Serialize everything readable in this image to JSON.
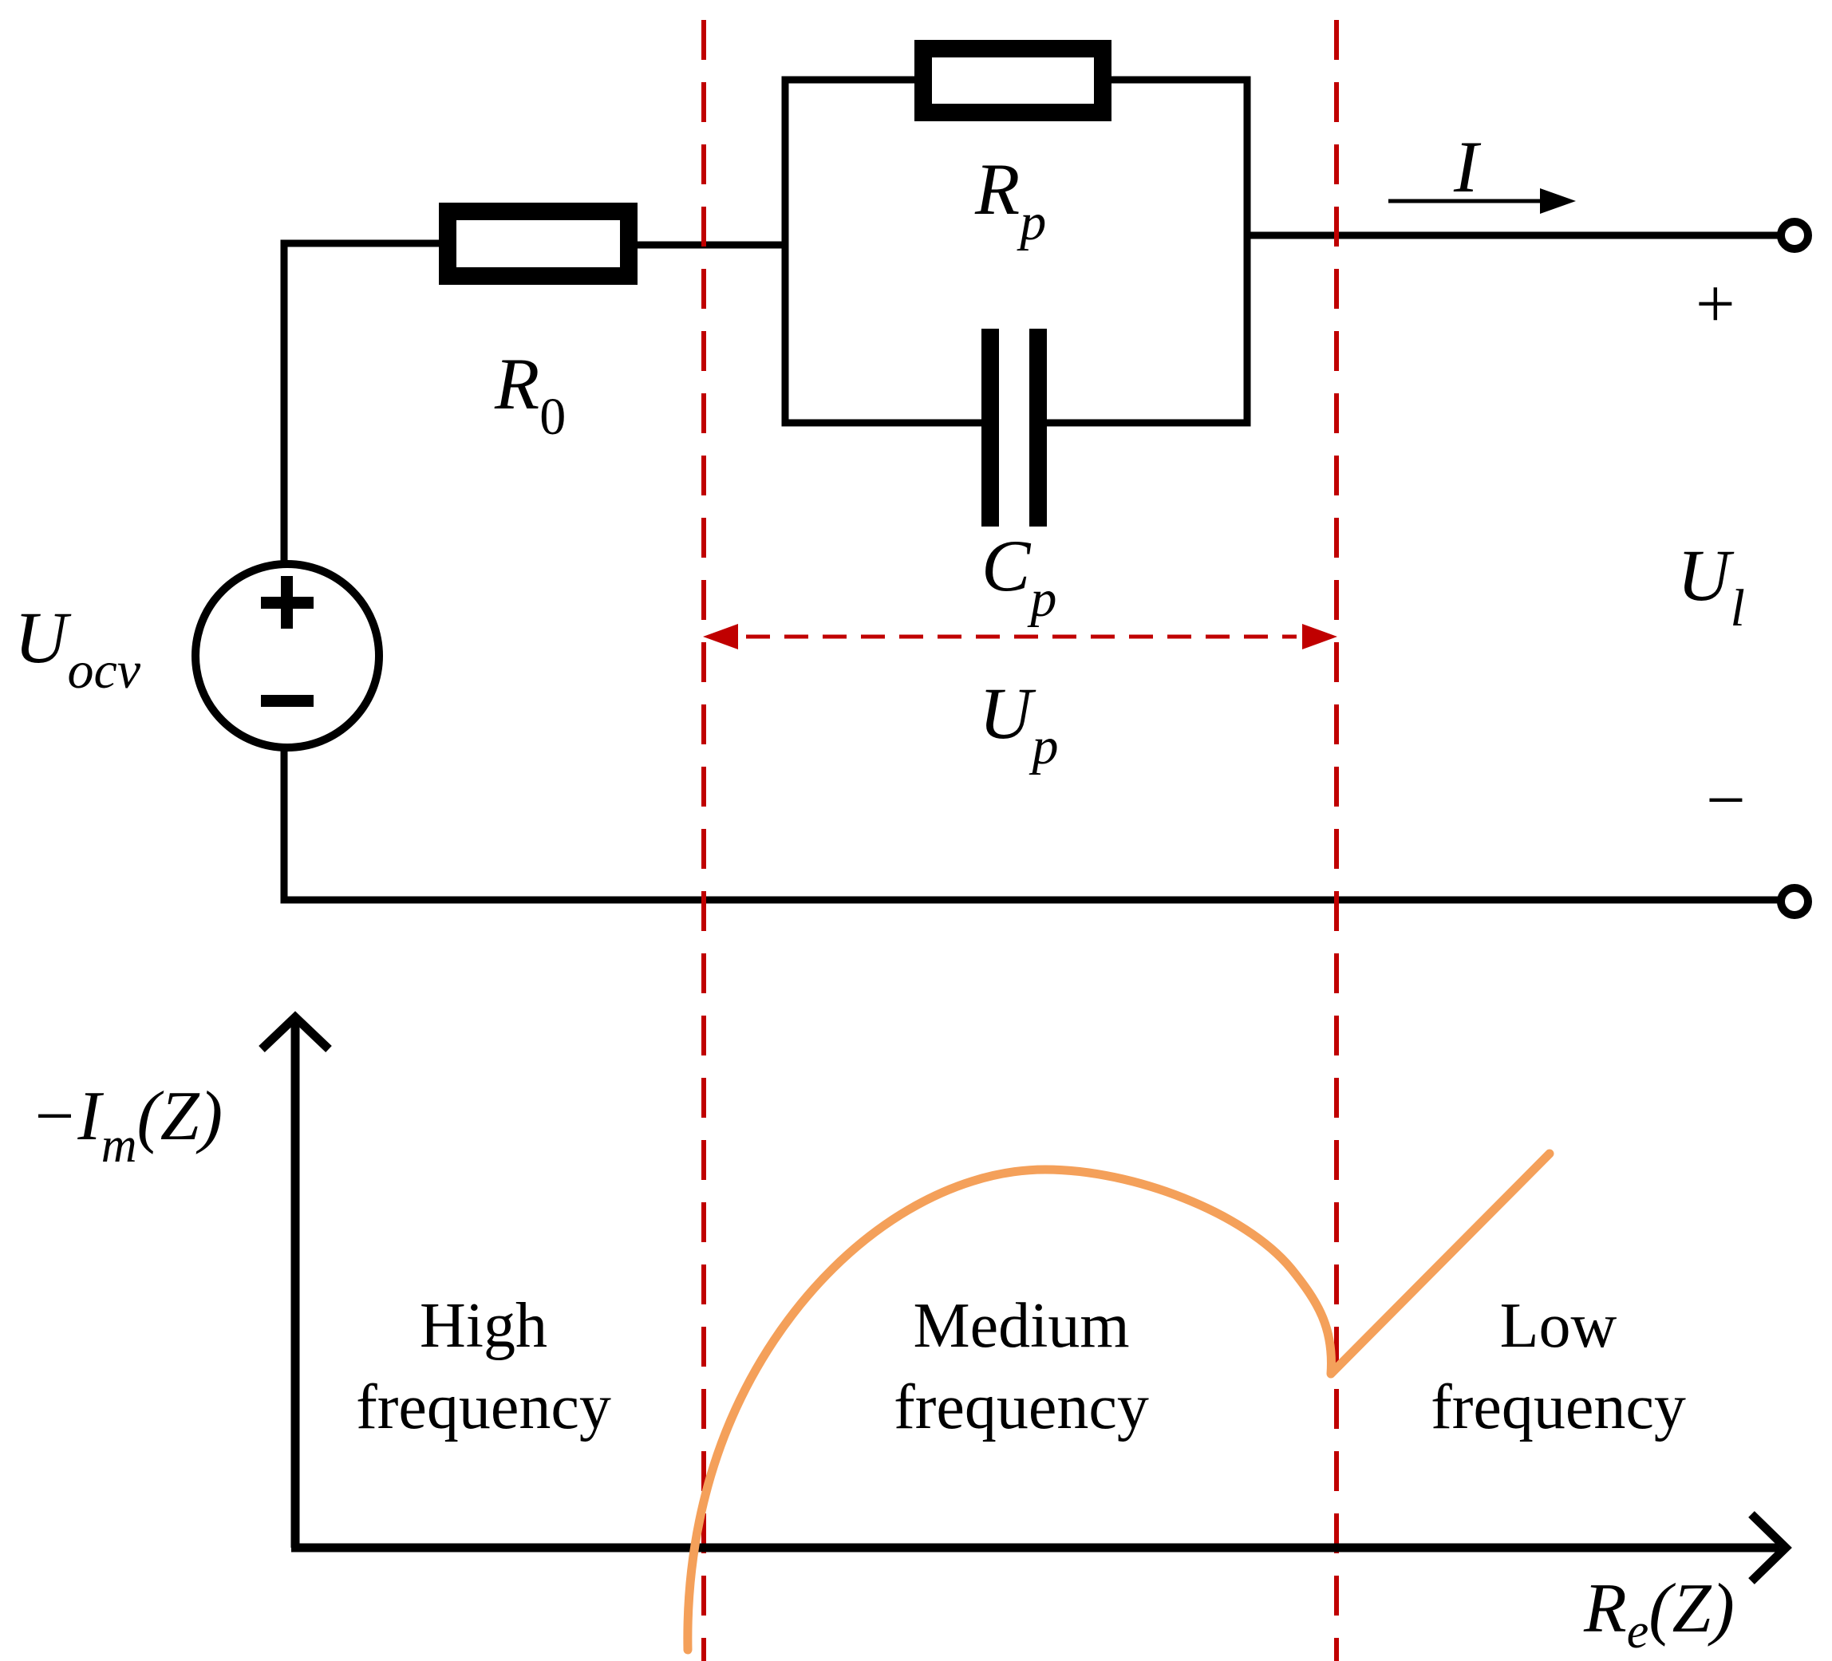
{
  "labels": {
    "r0_main": "R",
    "r0_sub": "0",
    "rp_main": "R",
    "rp_sub": "p",
    "cp_main": "C",
    "cp_sub": "p",
    "up_main": "U",
    "up_sub": "p",
    "ul_main": "U",
    "ul_sub": "l",
    "uocv_main": "U",
    "uocv_sub": "ocv",
    "current": "I",
    "plus": "+",
    "minus": "−",
    "src_plus": "+",
    "src_minus": "−"
  },
  "axes": {
    "y_prefix": "−I",
    "y_sub": "m",
    "y_suffix": "(Z)",
    "x_main": "R",
    "x_sub": "e",
    "x_suffix": "(Z)"
  },
  "regions": {
    "high_line1": "High",
    "high_line2": "frequency",
    "medium_line1": "Medium",
    "medium_line2": "frequency",
    "low_line1": "Low",
    "low_line2": "frequency"
  },
  "colors": {
    "wire": "#000000",
    "divider": "#c00000",
    "curve": "#f4a05a"
  }
}
